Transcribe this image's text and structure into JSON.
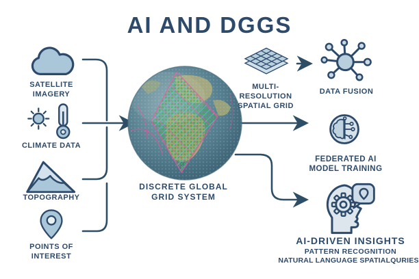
{
  "title": "AI AND DGGS",
  "inputs": {
    "satellite": {
      "label": "SATELLITE\nIMAGERY",
      "icon": "cloud-icon"
    },
    "climate": {
      "label": "CLIMATE DATA",
      "icon": "sun-thermometer-icon"
    },
    "topography": {
      "label": "TOPOGRAPHY",
      "icon": "mountains-icon"
    },
    "poi": {
      "label": "POINTS OF\nINTEREST",
      "icon": "map-pin-icon"
    }
  },
  "center": {
    "globe_label": "DISCRETE GLOBAL\nGRID SYSTEM"
  },
  "outputs": {
    "multires": {
      "label": "MULTI-\nRESOLUTION\nSPATIAL GRID",
      "icon": "layered-grid-icon"
    },
    "fusion": {
      "label": "DATA FUSION",
      "icon": "network-hub-icon"
    },
    "federated": {
      "label": "FEDERATED AI\nMODEL TRAINING",
      "icon": "brain-circuit-icon"
    },
    "insights": {
      "label": "AI-DRIVEN INSIGHTS",
      "sub1": "PATTERN RECOGNITION",
      "sub2": "NATURAL LANGUAGE SPATIALQURIES",
      "icon": "head-gear-icon"
    }
  },
  "colors": {
    "navy": "#2d4a6b",
    "icon_fill": "#a9c7d9",
    "line": "#2e4e66",
    "grid_green": "#35b14b",
    "grid_pink": "#e0569f",
    "grid_cyan": "#5fc6e3"
  }
}
